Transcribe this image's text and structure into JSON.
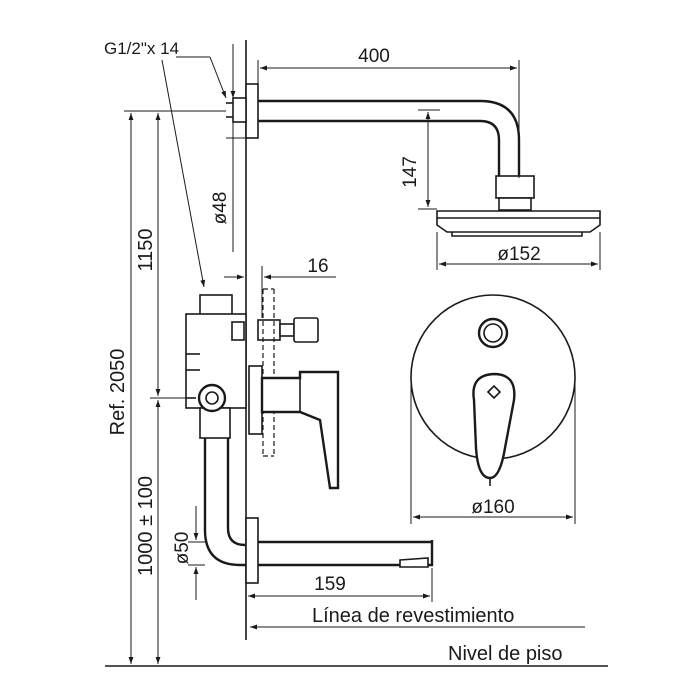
{
  "dimensions": {
    "thread": "G1/2\"x 14",
    "arm_length": "400",
    "drop": "147",
    "diameter_48": "ø48",
    "head_diameter": "ø152",
    "valve_offset": "16",
    "height_1150": "1150",
    "ref_height": "Ref. 2050",
    "valve_height": "1000 ± 100",
    "spout_diameter": "ø50",
    "spout_length": "159",
    "plate_diameter": "ø160"
  },
  "labels": {
    "wall_line": "Línea de revestimiento",
    "floor_line": "Nivel de piso"
  },
  "colors": {
    "line": "#1a1a1a",
    "background": "#ffffff"
  }
}
